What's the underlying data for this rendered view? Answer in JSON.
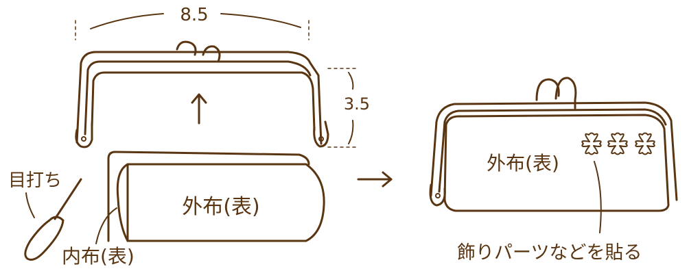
{
  "dimensions": {
    "width_label": "8.5",
    "height_label": "3.5"
  },
  "labels": {
    "awl": "目打ち",
    "inner_fabric": "内布(表)",
    "outer_fabric_left": "外布(表)",
    "outer_fabric_right": "外布(表)",
    "decoration_note": "飾りパーツなどを貼る"
  },
  "colors": {
    "ink": "#5a3512",
    "background": "#ffffff"
  }
}
